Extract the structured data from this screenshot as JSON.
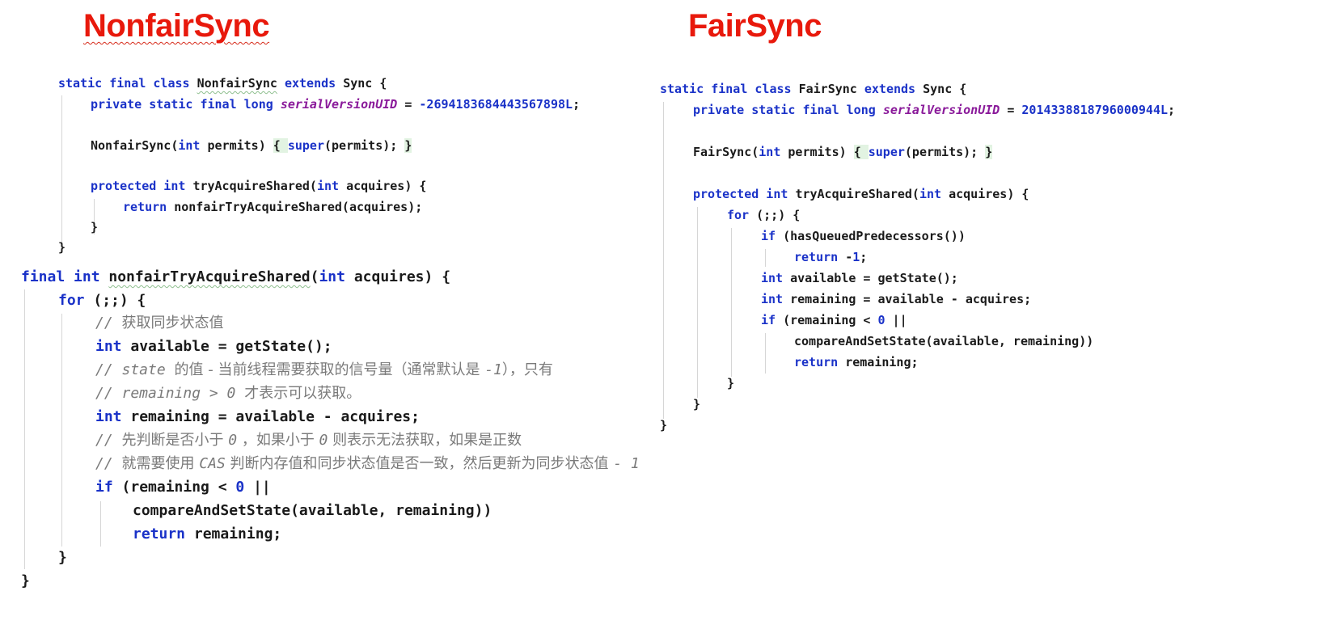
{
  "headings": {
    "left": "NonfairSync",
    "right": "FairSync"
  },
  "left": {
    "l1": {
      "a": "static final class ",
      "b": "NonfairSync",
      "c": " extends ",
      "d": "Sync {"
    },
    "l2": {
      "a": "private static final long ",
      "b": "serialVersionUID",
      "c": " = ",
      "d": "-2694183684443567898L",
      "e": ";"
    },
    "l3": {
      "a": "NonfairSync(",
      "b": "int",
      "c": " permits) ",
      "d": "{ ",
      "e": "super",
      "f": "(permits); ",
      "g": "}"
    },
    "l4": {
      "a": "protected int ",
      "b": "tryAcquireShared(",
      "c": "int",
      "d": " acquires) {"
    },
    "l5": {
      "a": "return ",
      "b": "nonfairTryAcquireShared(acquires);"
    },
    "l6": "}",
    "l7": "}"
  },
  "bottom": {
    "l1": {
      "a": "final int ",
      "b": "nonfairTryAcquireShared",
      "c": "(",
      "d": "int",
      "e": " acquires) {"
    },
    "l2": {
      "a": "for",
      "b": " (;;) {"
    },
    "l3": {
      "a": "// ",
      "b": "获取同步状态值"
    },
    "l4": {
      "a": "int",
      "b": " available = getState();"
    },
    "l5": {
      "a": "// state ",
      "b": "的值 - 当前线程需要获取的信号量（通常默认是 ",
      "c": "-1",
      "d": "），只有"
    },
    "l6": {
      "a": "// remaining > 0 ",
      "b": "才表示可以获取。"
    },
    "l7": {
      "a": "int",
      "b": " remaining = available - acquires;"
    },
    "l8": {
      "a": "// ",
      "b": "先判断是否小于 ",
      "c": "0",
      "d": " ，如果小于 ",
      "e": "0",
      "f": " 则表示无法获取，如果是正数"
    },
    "l9": {
      "a": "// ",
      "b": "就需要使用 ",
      "c": "CAS",
      "d": " 判断内存值和同步状态值是否一致，然后更新为同步状态值 ",
      "e": "- 1"
    },
    "l10": {
      "a": "if",
      "b": " (remaining < ",
      "c": "0",
      "d": " ||"
    },
    "l11": "compareAndSetState(available, remaining))",
    "l12": {
      "a": "return",
      "b": " remaining;"
    },
    "l13": "}",
    "l14": "}"
  },
  "right": {
    "l1": {
      "a": "static final class ",
      "b": "FairSync",
      "c": " extends ",
      "d": "Sync {"
    },
    "l2": {
      "a": "private static final long ",
      "b": "serialVersionUID",
      "c": " = ",
      "d": "2014338818796000944L",
      "e": ";"
    },
    "l3": {
      "a": "FairSync(",
      "b": "int",
      "c": " permits) ",
      "d": "{ ",
      "e": "super",
      "f": "(permits); ",
      "g": "}"
    },
    "l4": {
      "a": "protected int ",
      "b": "tryAcquireShared(",
      "c": "int",
      "d": " acquires) {"
    },
    "l5": {
      "a": "for",
      "b": " (;;) {"
    },
    "l6": {
      "a": "if",
      "b": " (hasQueuedPredecessors())"
    },
    "l7": {
      "a": "return",
      "b": " -",
      "c": "1",
      "d": ";"
    },
    "l8": {
      "a": "int",
      "b": " available = getState();"
    },
    "l9": {
      "a": "int",
      "b": " remaining = available - acquires;"
    },
    "l10": {
      "a": "if",
      "b": " (remaining < ",
      "c": "0",
      "d": " ||"
    },
    "l11": "compareAndSetState(available, remaining))",
    "l12": {
      "a": "return",
      "b": " remaining;"
    },
    "l13": "}",
    "l14": "}",
    "l15": "}"
  }
}
